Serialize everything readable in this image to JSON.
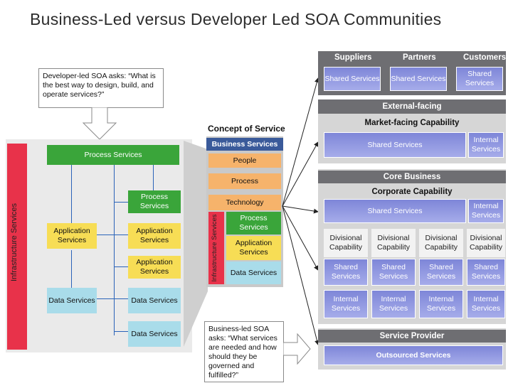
{
  "title": "Business-Led versus Developer Led SOA Communities",
  "callout_top": "Developer-led SOA asks: “What is the best way to design, build, and operate services?”",
  "callout_bottom": "Business-led SOA asks: “What services are needed and how should they be governed and fulfilled?”",
  "left": {
    "infra_label": "Infrastructure Services",
    "process": "Process Services",
    "app": "Application Services",
    "data": "Data Services",
    "col": {
      "process": "Process Services",
      "app1": "Application Services",
      "app2": "Application Services",
      "data1": "Data Services",
      "data2": "Data Services"
    }
  },
  "concept": {
    "title": "Concept of Service",
    "business": "Business Services",
    "people": "People",
    "process": "Process",
    "technology": "Technology",
    "infra": "Infrastructure Services",
    "process_services": "Process Services",
    "app_services": "Application Services",
    "data_services": "Data Services"
  },
  "right": {
    "headers": {
      "suppliers": "Suppliers",
      "partners": "Partners",
      "customers": "Customers"
    },
    "shared": "Shared Services",
    "external": "External-facing",
    "market": "Market-facing Capability",
    "internal": "Internal Services",
    "core": "Core Business",
    "corporate": "Corporate Capability",
    "divisional": "Divisional Capability",
    "provider": "Service Provider",
    "outsourced": "Outsourced Services"
  },
  "colors": {
    "green": "#3aa53a",
    "yellow": "#f7dd55",
    "cyan": "#a9dcea",
    "orange": "#f6b36b",
    "blue": "#7e86d8",
    "gray": "#6e6e72",
    "red": "#e8324a"
  }
}
